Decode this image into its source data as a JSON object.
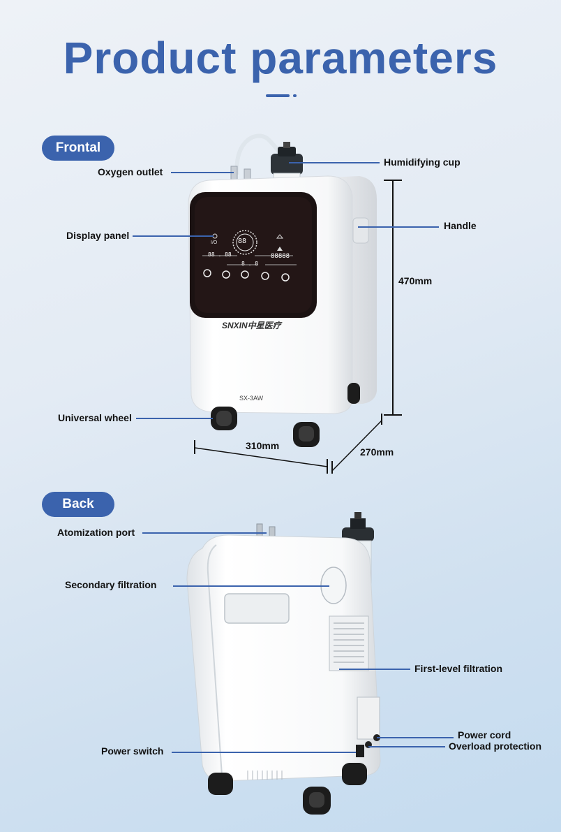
{
  "title": "Product parameters",
  "accent_color": "#3b63ad",
  "sections": {
    "front": {
      "pill": "Frontal",
      "labels": {
        "oxygen_outlet": "Oxygen outlet",
        "humidifying_cup": "Humidifying cup",
        "display_panel": "Display panel",
        "handle": "Handle",
        "universal_wheel": "Universal wheel"
      },
      "dimensions": {
        "height": "470mm",
        "width": "310mm",
        "depth": "270mm"
      },
      "device": {
        "brand": "SNXIN中星医疗",
        "model": "SX-3AW"
      },
      "display": {
        "center": "88",
        "io": "I/O",
        "left_digits": "88 . 88",
        "right_digits": "88888",
        "mid_digits": "8 . 8"
      }
    },
    "back": {
      "pill": "Back",
      "labels": {
        "atomization_port": "Atomization port",
        "secondary_filtration": "Secondary filtration",
        "first_level_filtration": "First-level filtration",
        "power_cord": "Power cord",
        "overload_protection": "Overload protection",
        "power_switch": "Power switch"
      }
    }
  }
}
